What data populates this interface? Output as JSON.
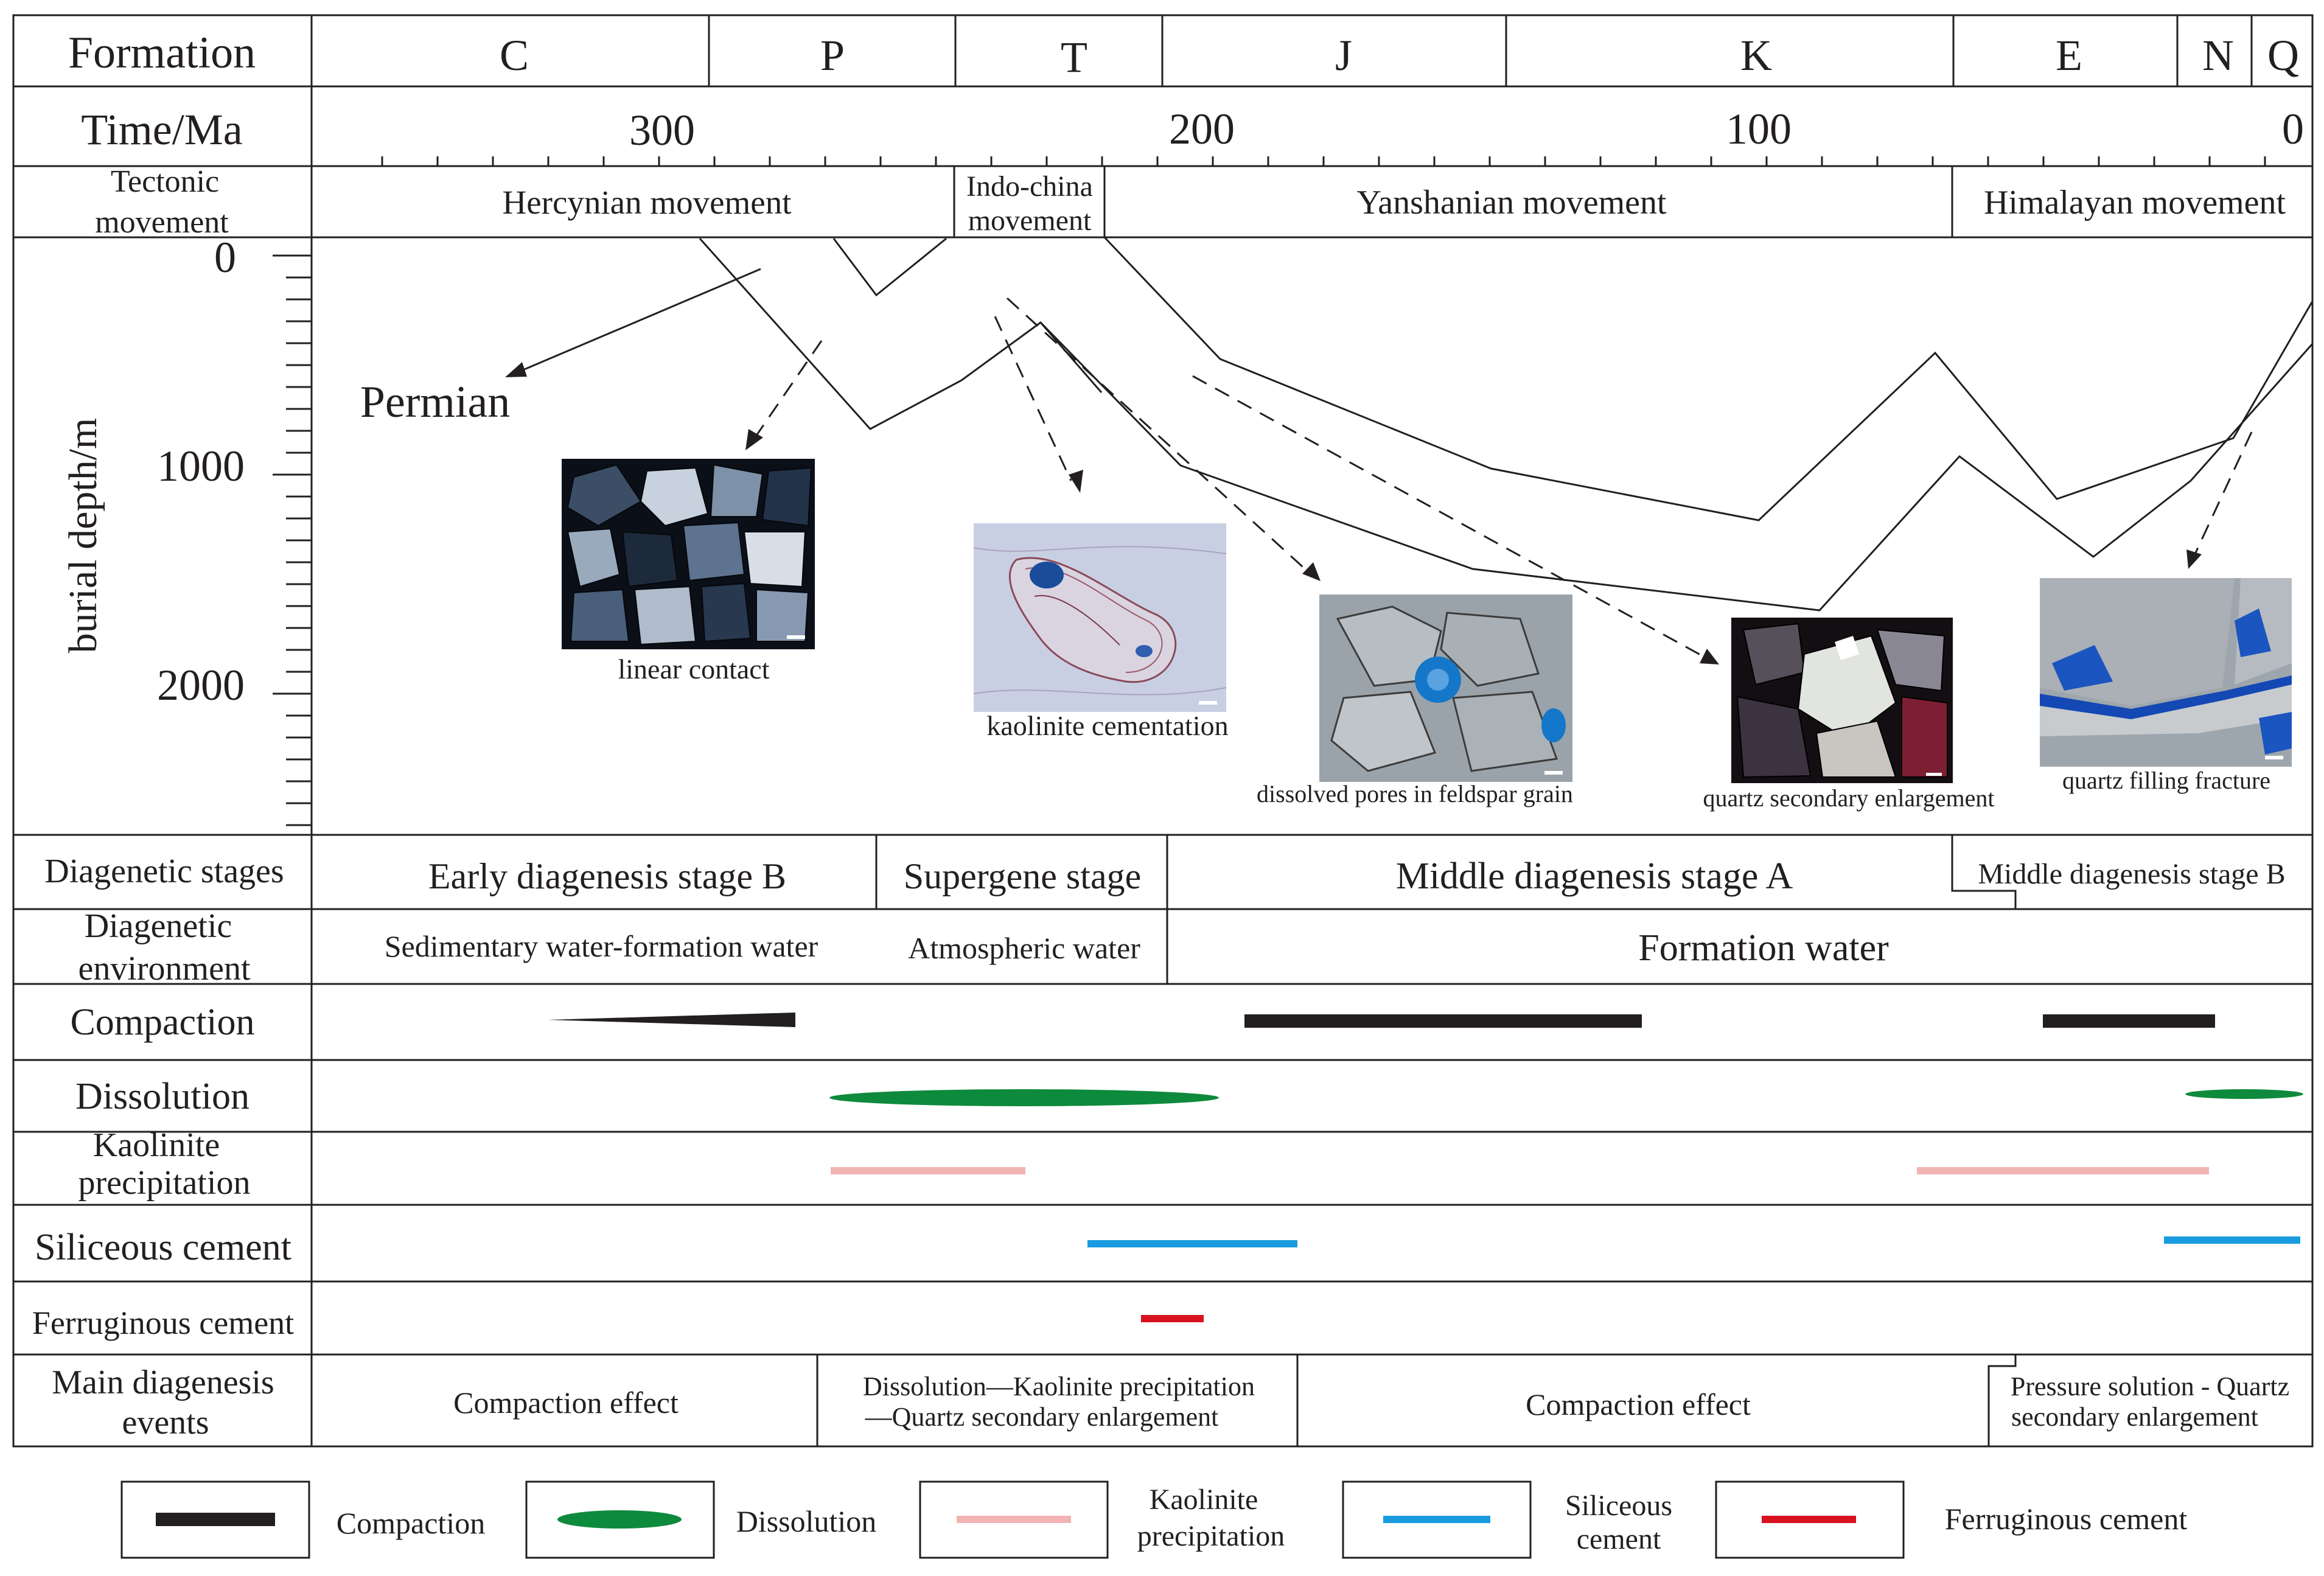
{
  "header": {
    "formation_label": "Formation",
    "time_label": "Time/Ma",
    "tectonic_label": [
      "Tectonic",
      "movement"
    ],
    "formations": [
      "C",
      "P",
      "T",
      "J",
      "K",
      "E",
      "N",
      "Q"
    ],
    "time_ticks": [
      "300",
      "200",
      "100",
      "0"
    ],
    "tectonics": {
      "hercynian": "Hercynian movement",
      "indochina": [
        "Indo-china",
        "movement"
      ],
      "yanshanian": "Yanshanian movement",
      "himalayan": "Himalayan movement"
    }
  },
  "burial": {
    "axis_label": "burial depth/m",
    "depth_ticks": [
      "0",
      "1000",
      "2000"
    ],
    "permian_label": "Permian",
    "photos": [
      {
        "caption": "linear contact",
        "kind": "cross-polarized thin section"
      },
      {
        "caption": "kaolinite cementation",
        "kind": "plane-polarized thin section"
      },
      {
        "caption": "dissolved pores in feldspar  grain",
        "kind": "thin section with blue pores"
      },
      {
        "caption": "quartz secondary enlargement",
        "kind": "cross-polarized thin section"
      },
      {
        "caption": "quartz filling fracture",
        "kind": "thin section with blue fracture"
      }
    ]
  },
  "stages": {
    "label": "Diagenetic stages",
    "items": [
      "Early diagenesis stage B",
      "Supergene stage",
      "Middle diagenesis stage A",
      "Middle diagenesis stage B"
    ]
  },
  "environment": {
    "label": [
      "Diagenetic",
      "environment"
    ],
    "items": [
      "Sedimentary water-formation water",
      "Atmospheric water",
      "Formation water"
    ]
  },
  "processes": {
    "compaction": "Compaction",
    "dissolution": "Dissolution",
    "kaolinite": [
      "Kaolinite",
      "precipitation"
    ],
    "siliceous": "Siliceous cement",
    "ferruginous": "Ferruginous cement"
  },
  "events": {
    "label": [
      "Main diagenesis",
      "events"
    ],
    "items": [
      [
        "Compaction effect"
      ],
      [
        "Dissolution—Kaolinite precipitation",
        "—Quartz secondary enlargement"
      ],
      [
        "Compaction effect"
      ],
      [
        "Pressure solution - Quartz",
        "secondary enlargement"
      ]
    ]
  },
  "legend": {
    "items": [
      {
        "label": [
          "Compaction"
        ],
        "color": "#231f20"
      },
      {
        "label": [
          "Dissolution"
        ],
        "color": "#0e8a3c"
      },
      {
        "label": [
          "Kaolinite",
          "precipitation"
        ],
        "color": "#f2b3b3"
      },
      {
        "label": [
          "Siliceous",
          "cement"
        ],
        "color": "#1a9be0"
      },
      {
        "label": [
          "Ferruginous cement"
        ],
        "color": "#d9121f"
      }
    ]
  },
  "colors": {
    "compaction": "#231f20",
    "dissolution": "#0e8a3c",
    "kaolinite": "#f2b3b3",
    "siliceous": "#1a9be0",
    "ferruginous": "#d9121f",
    "pore_blue": "#1577c9"
  }
}
